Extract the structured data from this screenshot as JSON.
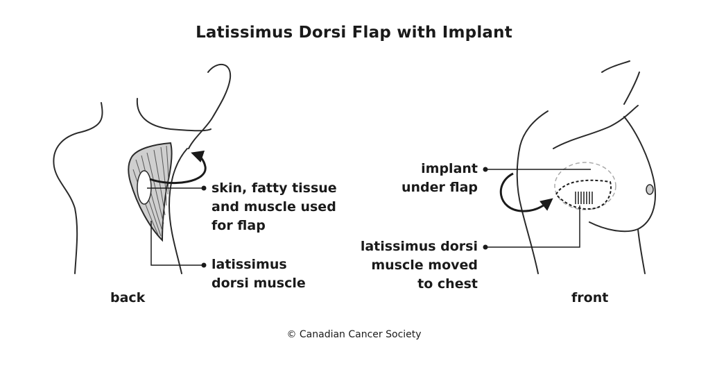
{
  "title": "Latissimus Dorsi Flap with Implant",
  "back_view": {
    "caption": "back",
    "labels": {
      "flap_tissue": [
        "skin, fatty tissue",
        "and muscle used",
        "for flap"
      ],
      "muscle": [
        "latissimus",
        "dorsi muscle"
      ]
    }
  },
  "front_view": {
    "caption": "front",
    "labels": {
      "implant": [
        "implant",
        "under flap"
      ],
      "moved_muscle": [
        "latissimus dorsi",
        "muscle moved",
        "to chest"
      ]
    }
  },
  "copyright": "© Canadian Cancer Society",
  "colors": {
    "line": "#2a2a2a",
    "muscle_fill": "#cfcfcf",
    "dashed": "#aaaaaa"
  }
}
